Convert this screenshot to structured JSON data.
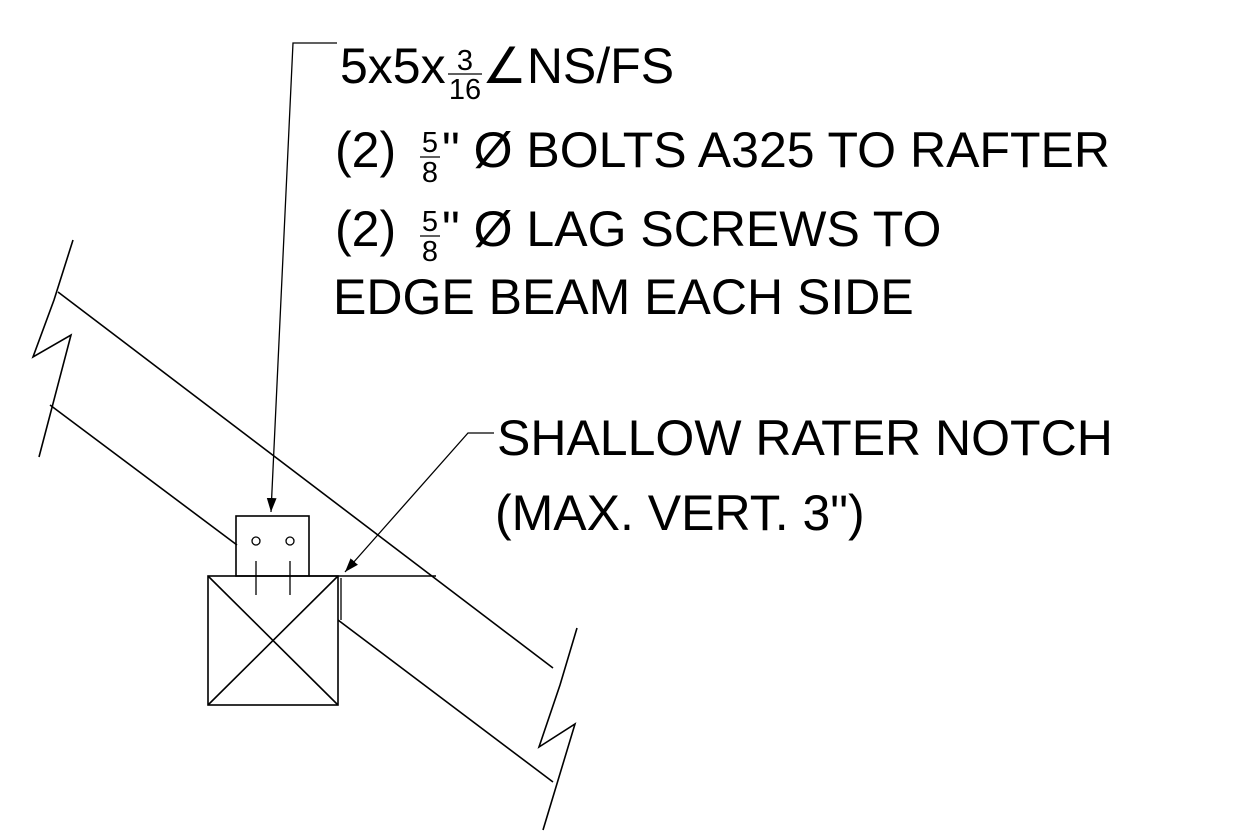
{
  "notes": {
    "angle": {
      "prefix": "5x5x",
      "frac_num": "3",
      "frac_den": "16",
      "suffix": " ∠NS/FS"
    },
    "bolts": {
      "prefix": "(2) ",
      "frac_num": "5",
      "frac_den": "8",
      "suffix": "\" Ø BOLTS A325 TO RAFTER"
    },
    "lag": {
      "prefix": "(2) ",
      "frac_num": "5",
      "frac_den": "8",
      "suffix": "\" Ø LAG SCREWS TO"
    },
    "lag_line2": "EDGE BEAM EACH SIDE",
    "notch_line1": "SHALLOW  RATER NOTCH",
    "notch_line2": "(MAX. VERT. 3\")"
  },
  "colors": {
    "line": "#000000",
    "background": "#ffffff"
  }
}
